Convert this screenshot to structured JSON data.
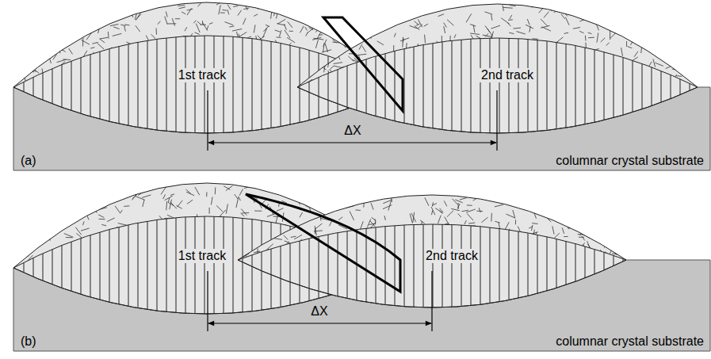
{
  "diagram": {
    "labels": [
      "1st track",
      "2nd track",
      "ΔX",
      "(a)",
      "columnar crystal substrate",
      "1st track",
      "2nd track",
      "ΔX",
      "(b)",
      "columnar crystal substrate"
    ]
  }
}
